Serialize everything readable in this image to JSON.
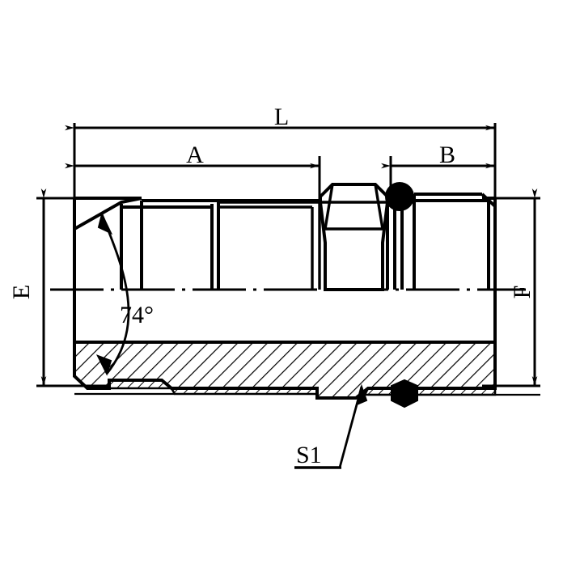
{
  "drawing": {
    "title": "74 Degree Flare JIC Male Adapter Fitting Sectional Drawing",
    "background_color": "#ffffff",
    "line_color": "#000000",
    "dimensions": {
      "overall_length": {
        "label": "L",
        "name": "overall-length"
      },
      "thread_end_length": {
        "label": "A",
        "name": "flare-end-length"
      },
      "port_end_length": {
        "label": "B",
        "name": "port-end-length"
      },
      "left_diameter": {
        "label": "E",
        "name": "flare-end-thread-size"
      },
      "right_diameter": {
        "label": "F",
        "name": "port-end-thread-size"
      }
    },
    "annotations": {
      "flare_angle": {
        "label": "74°",
        "name": "flare-seat-angle"
      },
      "hex_callout": {
        "label": "S1",
        "name": "hex-across-flats-callout"
      }
    }
  }
}
